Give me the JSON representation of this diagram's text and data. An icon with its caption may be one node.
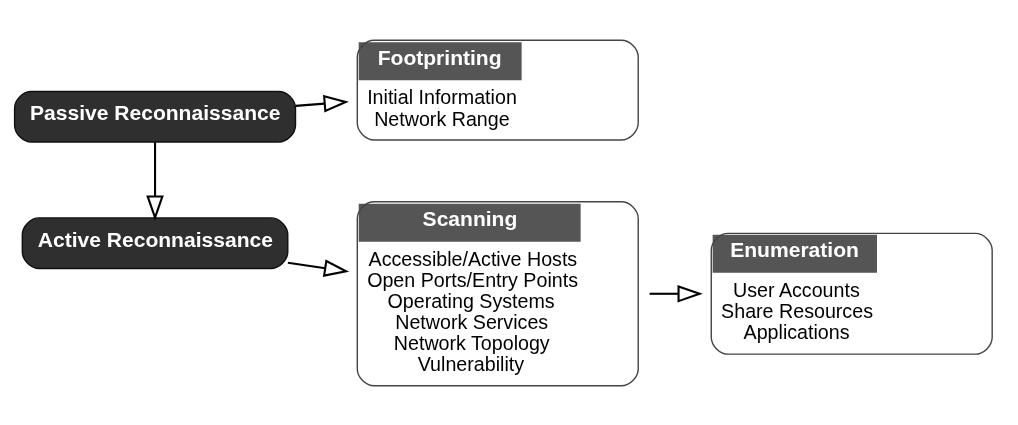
{
  "diagram": {
    "nodes": [
      {
        "text": [
          "Passive Reconnaissance"
        ]
      },
      {
        "text": [
          "Footprinting",
          "Initial Information",
          "Network Range"
        ]
      },
      {
        "text": [
          "Active Reconnaissance"
        ]
      },
      {
        "text": [
          "Scanning",
          "Accessible/Active Hosts",
          "Open Ports/Entry Points",
          "Operating Systems",
          "Network Services",
          "Network Topology",
          "Vulnerability"
        ]
      },
      {
        "text": [
          "Enumeration",
          "User Accounts",
          "Share Resources",
          "Applications"
        ]
      }
    ],
    "edges": [
      {
        "from": 0,
        "to": 1,
        "arrow": "to"
      },
      {
        "from": 0,
        "to": 2,
        "arrow": "to"
      },
      {
        "from": 2,
        "to": 3,
        "arrow": "to"
      },
      {
        "from": 3,
        "to": 4,
        "arrow": "to"
      }
    ]
  }
}
